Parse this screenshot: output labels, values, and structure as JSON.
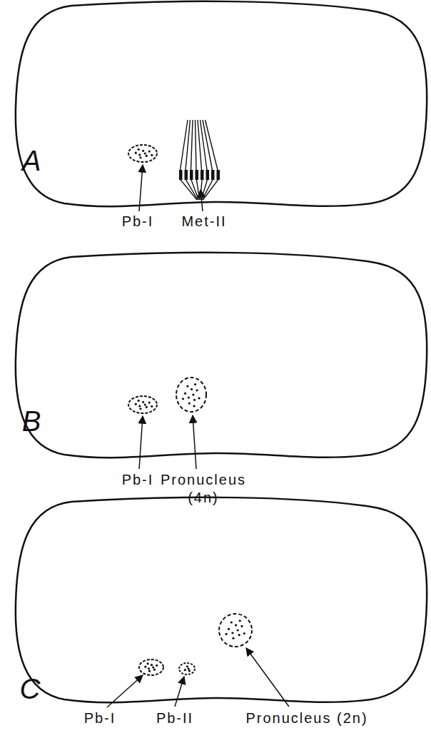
{
  "diagram": {
    "labels": [
      "A",
      "Pb-I",
      "Met-II",
      "B",
      "Pb-I",
      "Pronucleus (4n)",
      "C",
      "Pb-I",
      "Pb-II",
      "Pronucleus (2n)"
    ]
  }
}
